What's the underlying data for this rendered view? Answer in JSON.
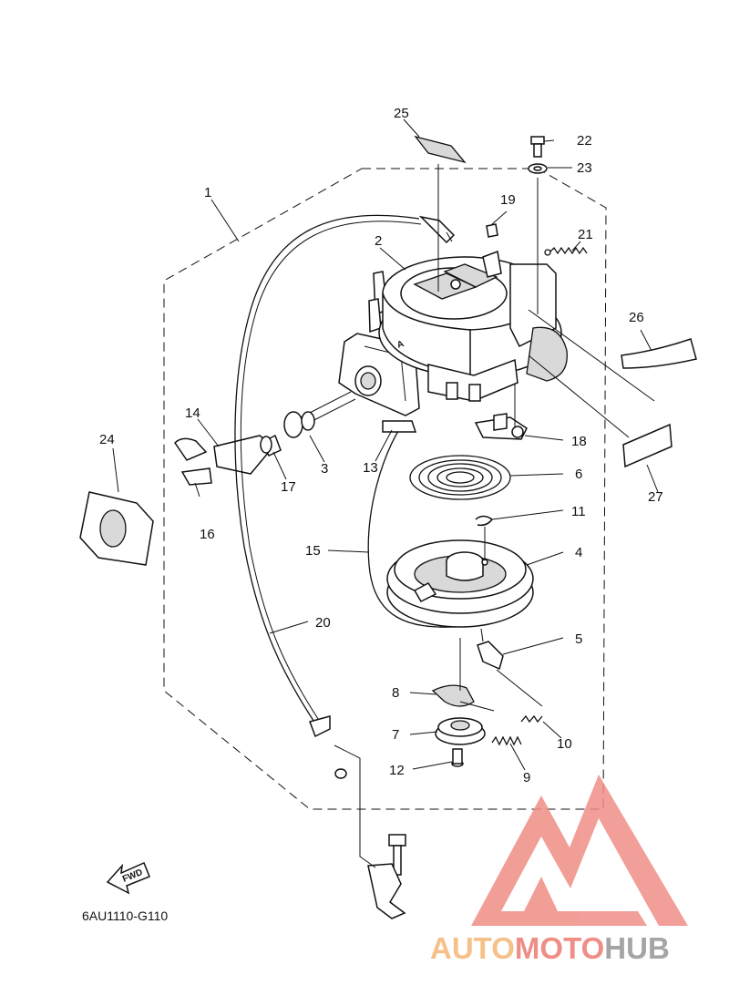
{
  "diagram": {
    "part_numbers": {
      "p1": "1",
      "p2": "2",
      "p3": "3",
      "p4": "4",
      "p5": "5",
      "p6": "6",
      "p7": "7",
      "p8": "8",
      "p9": "9",
      "p10": "10",
      "p11": "11",
      "p12": "12",
      "p13": "13",
      "p14": "14",
      "p15": "15",
      "p16": "16",
      "p17": "17",
      "p18": "18",
      "p19": "19",
      "p20": "20",
      "p21": "21",
      "p22": "22",
      "p23": "23",
      "p24": "24",
      "p25": "25",
      "p26": "26",
      "p27": "27"
    },
    "fwd_label": "FWD",
    "figure_code": "6AU1110-G110"
  },
  "watermark": {
    "part1": "AUTO",
    "part2": "MOTO",
    "part3": "HUB",
    "color_auto": "#f6c08a",
    "color_moto": "#ef8e86",
    "color_hub": "#a5a5a5",
    "logo_color": "#ef8e86"
  }
}
